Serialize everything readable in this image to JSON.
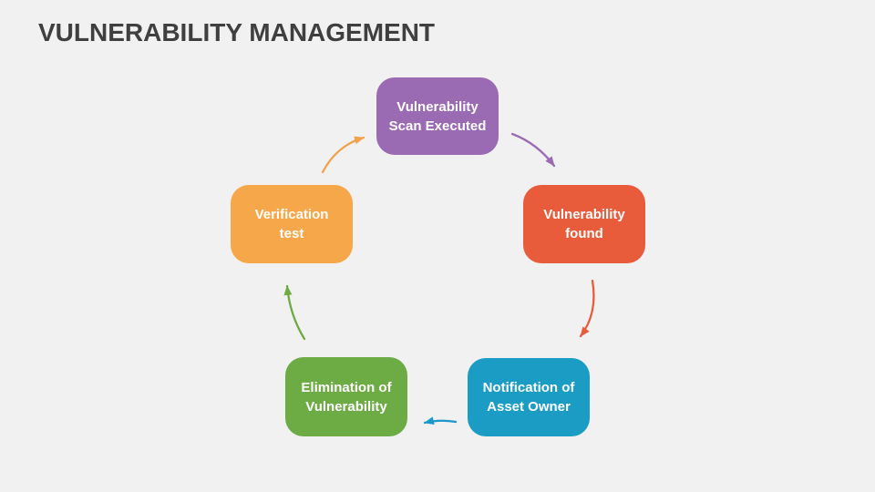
{
  "title": "VULNERABILITY MANAGEMENT",
  "colors": {
    "background": "#F1F1F2",
    "title_text": "#3F3F3F",
    "node_text": "#FFFFFF"
  },
  "nodes": [
    {
      "id": "vulnerability-scan-executed",
      "line1": "Vulnerability",
      "line2": "Scan Executed",
      "color": "#9A6BB2"
    },
    {
      "id": "vulnerability-found",
      "line1": "Vulnerability",
      "line2": "found",
      "color": "#E85C3C"
    },
    {
      "id": "notification-of-asset-owner",
      "line1": "Notification of",
      "line2": "Asset Owner",
      "color": "#1B9CC5"
    },
    {
      "id": "elimination-of-vulnerability",
      "line1": "Elimination of",
      "line2": "Vulnerability",
      "color": "#6DAB44"
    },
    {
      "id": "verification-test",
      "line1": "Verification",
      "line2": "test",
      "color": "#F6A74A"
    }
  ],
  "arrows": [
    {
      "from": "vulnerability-scan-executed",
      "to": "vulnerability-found",
      "color": "#9A6BB2"
    },
    {
      "from": "vulnerability-found",
      "to": "notification-of-asset-owner",
      "color": "#E85C3C"
    },
    {
      "from": "notification-of-asset-owner",
      "to": "elimination-of-vulnerability",
      "color": "#1E96C8"
    },
    {
      "from": "elimination-of-vulnerability",
      "to": "verification-test",
      "color": "#6DAB44"
    },
    {
      "from": "verification-test",
      "to": "vulnerability-scan-executed",
      "color": "#F2A24B"
    }
  ]
}
